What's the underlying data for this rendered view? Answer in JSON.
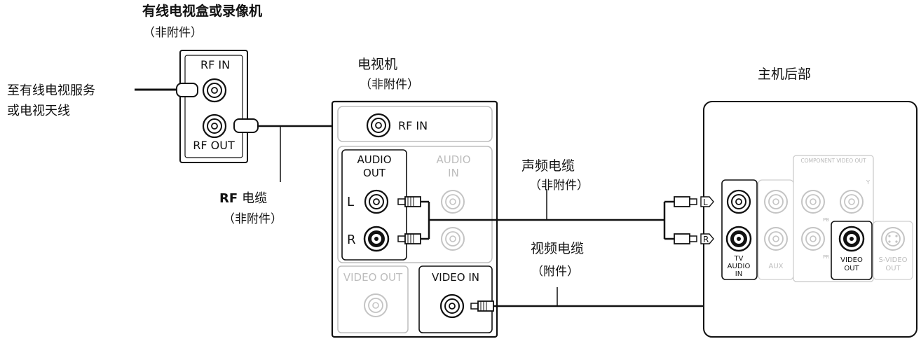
{
  "cable_box": {
    "title": "有线电视盒或录像机",
    "note": "（非附件）",
    "rf_in": "RF IN",
    "rf_out": "RF OUT"
  },
  "antenna_source": {
    "line1": "至有线电视服务",
    "line2": "或电视天线"
  },
  "tv": {
    "title": "电视机",
    "note": "（非附件）",
    "rf_in": "RF IN",
    "audio_out": [
      "AUDIO",
      "OUT"
    ],
    "audio_in": [
      "AUDIO",
      "IN"
    ],
    "left": "L",
    "right": "R",
    "video_out": "VIDEO OUT",
    "video_in": "VIDEO IN"
  },
  "rf_cable": {
    "label_bold": "RF",
    "label_rest": "电缆",
    "note": "（非附件）"
  },
  "audio_cable": {
    "label": "声频电缆",
    "note": "（非附件）"
  },
  "video_cable": {
    "label": "视频电缆",
    "note": "（附件）"
  },
  "main_unit": {
    "title": "主机后部",
    "component_video_out": "COMPONENT VIDEO OUT",
    "y": "Y",
    "pb": "PB",
    "pr": "PR",
    "plug_l": "L",
    "plug_r": "R",
    "tv_audio_in": [
      "TV",
      "AUDIO",
      "IN"
    ],
    "aux": "AUX",
    "video_out": [
      "VIDEO",
      "OUT"
    ],
    "s_video_out": [
      "S-VIDEO",
      "OUT"
    ]
  }
}
